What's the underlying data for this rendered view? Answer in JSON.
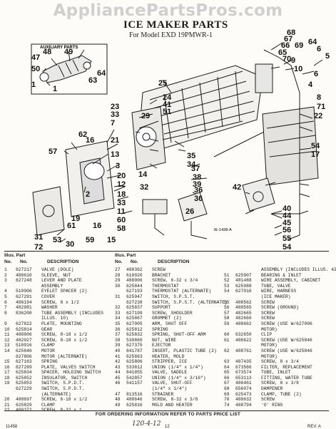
{
  "watermark": "AppliancePartsPros.com",
  "title": "ICE MAKER PARTS",
  "model_line": "For Model  EXD 19PMWR-1",
  "auxiliary_label": "AUXILIARY PARTS",
  "drawing_code": "IE-1438-A",
  "callouts": [
    "68",
    "67",
    "66",
    "65",
    "69",
    "64",
    "6",
    "70",
    "9",
    "5",
    "10",
    "6",
    "4",
    "48",
    "49",
    "47",
    "50",
    "64",
    "63",
    "1",
    "1",
    "8",
    "25",
    "71",
    "41",
    "33",
    "24",
    "22",
    "51",
    "54",
    "17",
    "23",
    "7",
    "21",
    "13",
    "62",
    "16",
    "29",
    "3",
    "20",
    "12",
    "57",
    "35",
    "34",
    "2",
    "18",
    "33",
    "11",
    "19",
    "61",
    "37",
    "60",
    "16",
    "38",
    "58",
    "36",
    "26",
    "31",
    "72",
    "53",
    "59",
    "15",
    "30",
    "14",
    "36",
    "32",
    "42",
    "40",
    "44",
    "45",
    "39",
    "56",
    "55",
    "54"
  ],
  "table_headers": {
    "illus_part": "Illus. Part",
    "no": "No.",
    "no2": "No.",
    "description": "DESCRIPTION"
  },
  "parts": [
    [
      [
        "1",
        "627217",
        "VALVE (DOLE)"
      ],
      [
        "2",
        "488610",
        "SLEEVE, NUT"
      ],
      [
        "3",
        "627248",
        "LEVER AND PLATE"
      ],
      [
        "",
        "",
        "ASSEMBLY"
      ],
      [
        "4",
        "510906",
        "EYELET SPACER (2)"
      ],
      [
        "5",
        "627291",
        "COVER"
      ],
      [
        "6",
        "486194",
        "SCREW, 8 x 1/2"
      ],
      [
        "7",
        "482981",
        "WASHER"
      ],
      [
        "8",
        "836200",
        "TUBE ASSEMBLY (INCLUDES"
      ],
      [
        "",
        "",
        "ILLUS. 10)"
      ],
      [
        "9",
        "627822",
        "PLATE, MOUNTING"
      ],
      [
        "10",
        "625814",
        "GEAR"
      ],
      [
        "11",
        "488806",
        "SCREW, 8-18 x 1/2"
      ],
      [
        "12",
        "482927",
        "SCREW, 8-18 x 1/2"
      ],
      [
        "13",
        "510916",
        "CLAMP"
      ],
      [
        "14",
        "625846",
        "MOTOR"
      ],
      [
        "",
        "627806",
        "MOTOR (ALTERNATE)"
      ],
      [
        "15",
        "627163",
        "SPRING"
      ],
      [
        "16",
        "627289",
        "PLATE, VALVES SWITCH"
      ],
      [
        "17",
        "625834",
        "SPACER, HOLDING SWITCH"
      ],
      [
        "18",
        "625852",
        "INSULATOR, SWITCH"
      ],
      [
        "19",
        "625853",
        "SWITCH, S.P.D.T."
      ],
      [
        "",
        "627229",
        "SWITCH, S.P.D.T."
      ],
      [
        "",
        "",
        "(ALTERNATE)"
      ],
      [
        "20",
        "488697",
        "SCREW, 6-18 x 1/2"
      ],
      [
        "21",
        "625829",
        "CLAMP"
      ],
      [
        "22",
        "488372",
        "SCREW, 8-32 x 1"
      ]
    ],
    [
      [
        "27",
        "488362",
        "SCREW"
      ],
      [
        "28",
        "610920",
        "BRACKET"
      ],
      [
        "29",
        "488006",
        "SCREW, 6-32 x 3/4"
      ],
      [
        "30",
        "625844",
        "THERMOSTAT"
      ],
      [
        "",
        "627193",
        "THERMOSTAT (ALTERNATE)"
      ],
      [
        "31",
        "625947",
        "SWITCH, S.P.S.T."
      ],
      [
        "",
        "627238",
        "SWITCH, S.P.S.T. (ALTERNATE)"
      ],
      [
        "32",
        "625837",
        "SUPPORT"
      ],
      [
        "33",
        "627199",
        "SCREW, SHOULDER"
      ],
      [
        "34",
        "625867",
        "GROMMET (2)"
      ],
      [
        "35",
        "627005",
        "ARM, SHUT OFF"
      ],
      [
        "36",
        "625812",
        "SPRING"
      ],
      [
        "37",
        "625832",
        "SPRING, SHUT-OFF ARM"
      ],
      [
        "38",
        "530860",
        "NUT, WIRE"
      ],
      [
        "39",
        "627375",
        "EJECTOR"
      ],
      [
        "40",
        "841787",
        "INSERT, PLASTIC TUBE (2)"
      ],
      [
        "41",
        "625863",
        "HEATER, MOLD"
      ],
      [
        "42",
        "625806",
        "STRIPPER, ICE"
      ],
      [
        "43",
        "533812",
        "UNION (1/4\" x 1/4\")"
      ],
      [
        "44",
        "841855",
        "VALVE, SADDLE"
      ],
      [
        "45",
        "542857",
        "UNION (1/4\" x 3/16\")"
      ],
      [
        "46",
        "541157",
        "VALVE, SHUT-OFF"
      ],
      [
        "",
        "",
        "(1/4\" x 1/4\")"
      ],
      [
        "47",
        "813516",
        "STRAINER"
      ],
      [
        "48",
        "488646",
        "SCREW, 8-32 x 3/8"
      ],
      [
        "49",
        "625816",
        "MOLD AND HEATER"
      ]
    ],
    [
      [
        "",
        "",
        "ASSEMBLY (INCLUDES ILLUS. 42)"
      ],
      [
        "51",
        "625907",
        "BEARING & INLET"
      ],
      [
        "52",
        "481488",
        "WIRE ASSEMBLY, CABINET"
      ],
      [
        "53",
        "625988",
        "TUBE, VALVE"
      ],
      [
        "54",
        "627016",
        "WIRE, HARNESS"
      ],
      [
        "",
        "",
        "(ICE MAKER)"
      ],
      [
        "55",
        "488562",
        "SCREW"
      ],
      [
        "56",
        "488565",
        "SCREW (GROUND)"
      ],
      [
        "57",
        "482665",
        "SCREW"
      ],
      [
        "58",
        "482660",
        "SCREW"
      ],
      [
        "59",
        "488662",
        "SCREW (USE W/627006"
      ],
      [
        "",
        "",
        "MOTOR)"
      ],
      [
        "60",
        "632650",
        "CLIP"
      ],
      [
        "61",
        "486622",
        "SCREW (USE W/625846"
      ],
      [
        "",
        "",
        "MOTOR)"
      ],
      [
        "62",
        "488761",
        "SCREW (USE W/625846"
      ],
      [
        "",
        "",
        "MOTOR)"
      ],
      [
        "63",
        "487435",
        "SCREW, 8 x 3/4"
      ],
      [
        "64",
        "673566",
        "FILTER, REPLACEMENT"
      ],
      [
        "65",
        "673574",
        "TUBE, INLET"
      ],
      [
        "66",
        "653113",
        "FITTING, WATER TUBE"
      ],
      [
        "67",
        "486461",
        "SCREW, 8 x 3/8"
      ],
      [
        "68",
        "656074",
        "DAMPENER"
      ],
      [
        "69",
        "625473",
        "CLAMP, TUBE (2)"
      ],
      [
        "70",
        "488632",
        "SCREW"
      ],
      [
        "74",
        "488794",
        "'O' RING"
      ]
    ]
  ],
  "footer_note": "FOR ORDERING INFORMATION REFER TO PARTS PRICE LIST",
  "footer_left": "11458",
  "footer_center": "12",
  "footer_right": "REV. A",
  "handwritten": "120-4-12"
}
